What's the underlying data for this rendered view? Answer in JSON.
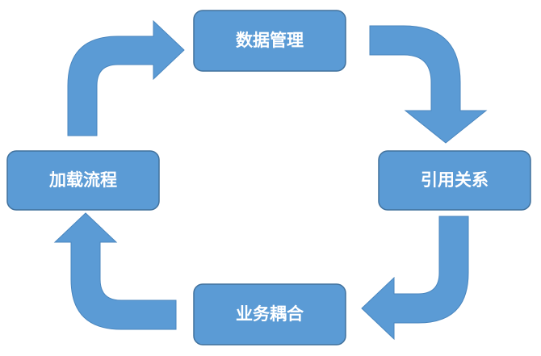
{
  "diagram": {
    "type": "cycle",
    "direction": "clockwise",
    "accent_color": "#5b9bd5",
    "border_color": "#41719c",
    "nodes": [
      {
        "id": "top",
        "label": "数据管理"
      },
      {
        "id": "right",
        "label": "引用关系"
      },
      {
        "id": "bottom",
        "label": "业务耦合"
      },
      {
        "id": "left",
        "label": "加载流程"
      }
    ],
    "edges": [
      {
        "from": "数据管理",
        "to": "引用关系"
      },
      {
        "from": "引用关系",
        "to": "业务耦合"
      },
      {
        "from": "业务耦合",
        "to": "加载流程"
      },
      {
        "from": "加载流程",
        "to": "数据管理"
      }
    ]
  }
}
